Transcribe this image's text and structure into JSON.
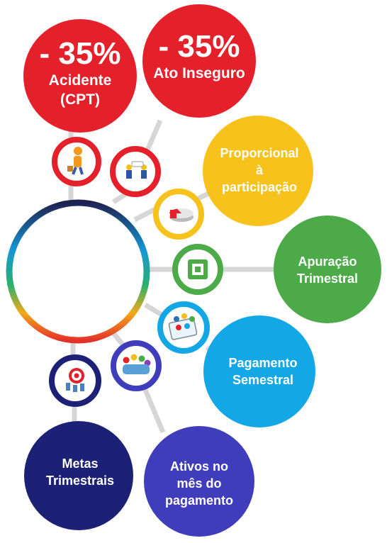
{
  "nodes": {
    "acidente": {
      "value": "- 35%",
      "line1": "Acidente",
      "line2": "(CPT)",
      "color": "#e4202a"
    },
    "ato_inseguro": {
      "value": "- 35%",
      "label": "Ato Inseguro",
      "color": "#e4202a"
    },
    "proporcional": {
      "line1": "Proporcional",
      "line2": "à",
      "line3": "participação",
      "color": "#f7c21c"
    },
    "apuracao": {
      "line1": "Apuração",
      "line2": "Trimestral",
      "color": "#4cab48"
    },
    "pagamento": {
      "line1": "Pagamento",
      "line2": "Semestral",
      "color": "#13a7e6"
    },
    "ativos": {
      "line1": "Ativos no",
      "line2": "mês do",
      "line3": "pagamento",
      "color": "#3f3dbb"
    },
    "metas": {
      "line1": "Metas",
      "line2": "Trimestrais",
      "color": "#1c2176"
    }
  },
  "icons": [
    "worker-icon",
    "unsafe-act-icon",
    "pie-chart-icon",
    "chip-icon",
    "tablet-apps-icon",
    "team-icon",
    "target-icon"
  ]
}
